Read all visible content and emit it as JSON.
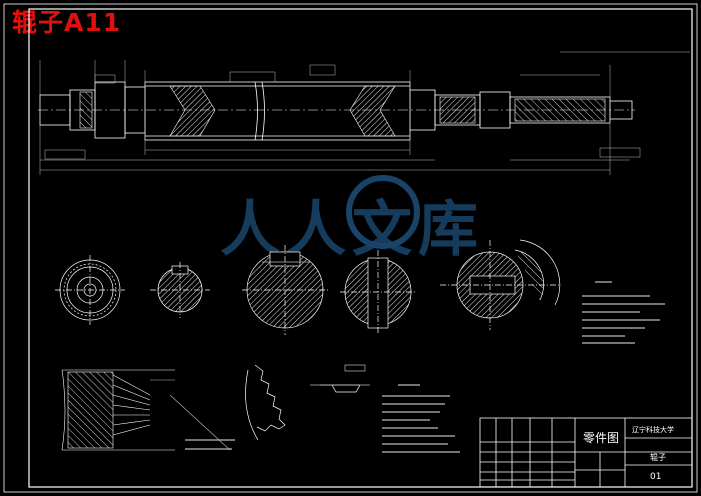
{
  "header": {
    "title": "辊子A11"
  },
  "watermark": {
    "text": "人人文库",
    "color": "#1e4f7a"
  },
  "title_block": {
    "drawing_name": "零件图",
    "school": "辽宁科技大学",
    "part_name": "辊子",
    "number": "01"
  },
  "colors": {
    "line": "#ffffff",
    "title": "#e0100f",
    "dim": "#bbbbbb"
  }
}
